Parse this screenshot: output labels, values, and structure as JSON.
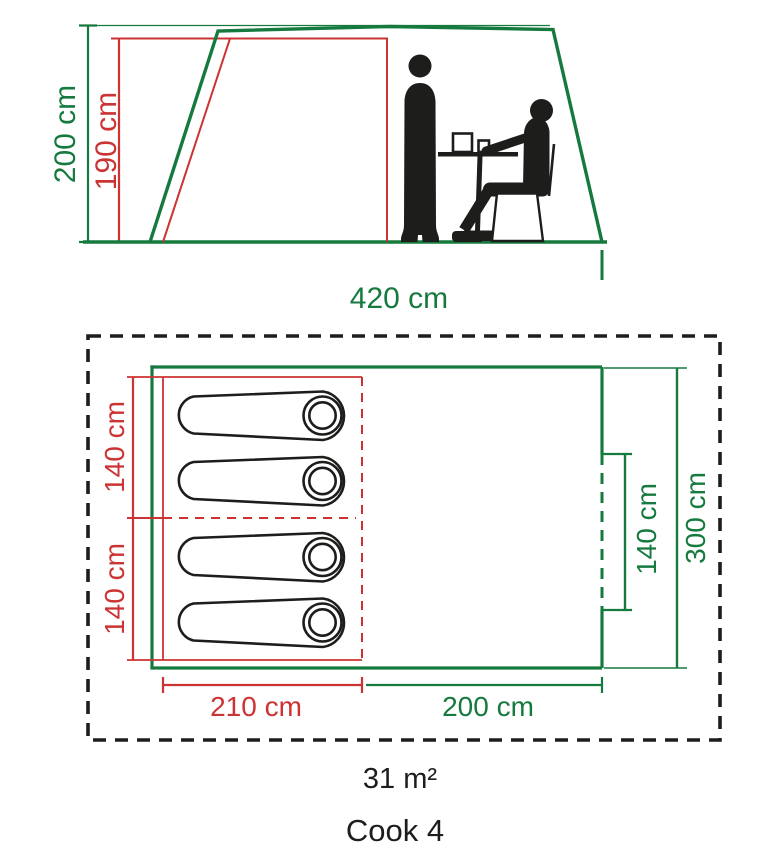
{
  "side_view": {
    "outer_height_label": "200 cm",
    "inner_height_label": "190 cm",
    "total_width_label": "420 cm"
  },
  "floor_plan": {
    "bed_depth_labels": [
      "140 cm",
      "140 cm"
    ],
    "bedroom_width_label": "210 cm",
    "living_area_width_label": "200 cm",
    "door_width_label": "140 cm",
    "total_depth_label": "300 cm",
    "sleeping_bag_count": 4
  },
  "footer": {
    "area_label": "31 m²",
    "model_name": "Cook 4"
  },
  "colors": {
    "tent_green": "#167a3f",
    "dimension_red": "#cc3333",
    "ink_black": "#1d1d1b"
  }
}
